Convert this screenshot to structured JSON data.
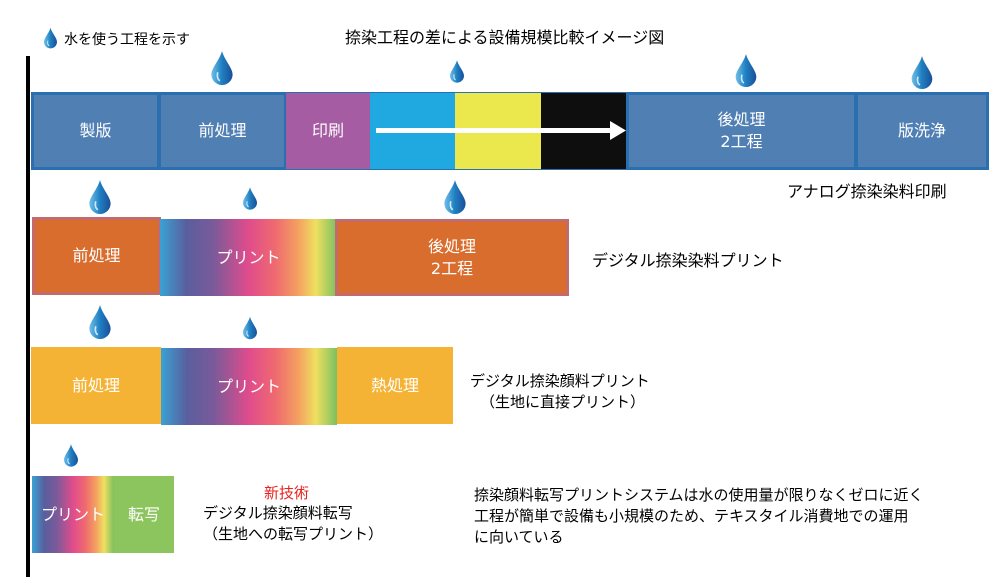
{
  "title": "捺染工程の差による設備規模比較イメージ図",
  "legend": "水を使う工程を示す",
  "rows": {
    "analog": {
      "label": "アナログ捺染染料印刷",
      "steps": [
        "製版",
        "前処理",
        "印刷",
        "後処理",
        "2工程",
        "版洗浄"
      ]
    },
    "digital_dye": {
      "label": "デジタル捺染染料プリント",
      "steps": [
        "前処理",
        "プリント",
        "後処理",
        "2工程"
      ]
    },
    "digital_pigment": {
      "label1": "デジタル捺染顔料プリント",
      "label2": "（生地に直接プリント）",
      "steps": [
        "前処理",
        "プリント",
        "熱処理"
      ]
    },
    "transfer": {
      "badge": "新技術",
      "label1": "デジタル捺染顔料転写",
      "label2": "（生地への転写プリント）",
      "steps": [
        "プリント",
        "転写"
      ]
    }
  },
  "note": [
    "捺染顔料転写プリントシステムは水の使用量が限りなくゼロに近く",
    "工程が簡単で設備も小規模のため、テキスタイル消費地での運用",
    "に向いている"
  ],
  "colors": {
    "blue": "#4f7fb3",
    "purple": "#a65ca2",
    "cyan": "#20a8e0",
    "yellow": "#ebe84e",
    "black": "#0e0e0e",
    "orange": "#d96d2e",
    "amber": "#f5b335",
    "green": "#8cc55e",
    "red": "#e8231f"
  }
}
